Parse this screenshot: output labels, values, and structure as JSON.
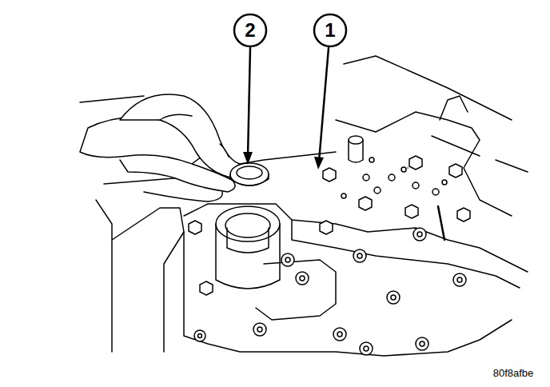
{
  "diagram": {
    "labels": [
      "2",
      "1",
      "80f8afbe"
    ]
  }
}
